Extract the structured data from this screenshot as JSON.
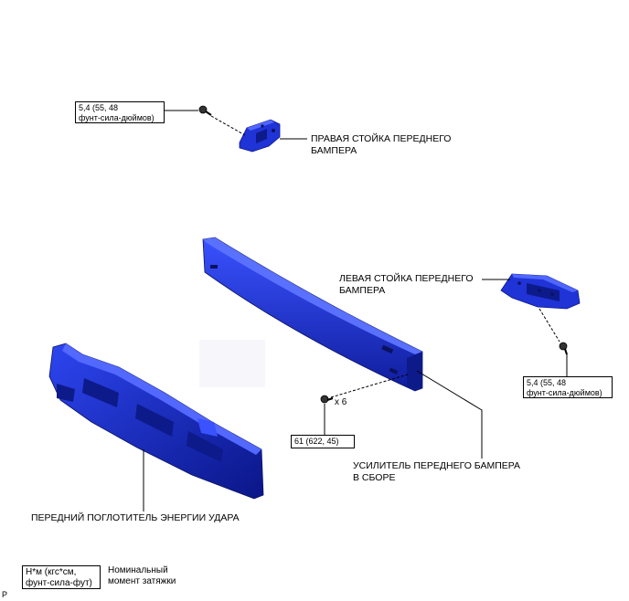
{
  "torque_boxes": {
    "right_stay_bolt": {
      "line1": "5,4 (55, 48",
      "line2": "фунт-сила-дюймов)"
    },
    "left_stay_bolt": {
      "line1": "5,4 (55, 48",
      "line2": "фунт-сила-дюймов)"
    },
    "reinforcement_bolt": {
      "line1": "61 (622, 45)"
    }
  },
  "part_labels": {
    "right_stay": {
      "line1": "ПРАВАЯ СТОЙКА ПЕРЕДНЕГО",
      "line2": "БАМПЕРА"
    },
    "left_stay": {
      "line1": "ЛЕВАЯ СТОЙКА ПЕРЕДНЕГО",
      "line2": "БАМПЕРА"
    },
    "reinforcement": {
      "line1": "УСИЛИТЕЛЬ ПЕРЕДНЕГО БАМПЕРА",
      "line2": "В СБОРЕ"
    },
    "absorber": {
      "line1": "ПЕРЕДНИЙ ПОГЛОТИТЕЛЬ ЭНЕРГИИ УДАРА"
    }
  },
  "quantity": "x 6",
  "legend": {
    "unit_line1": "Н*м (кгс*см,",
    "unit_line2": "фунт-сила-фут)",
    "desc_line1": "Номинальный",
    "desc_line2": "момент затяжки"
  },
  "corner_mark": "P",
  "colors": {
    "part_blue": "#1f33d6",
    "part_dark": "#0d1a8a",
    "part_light": "#4f66ff"
  }
}
